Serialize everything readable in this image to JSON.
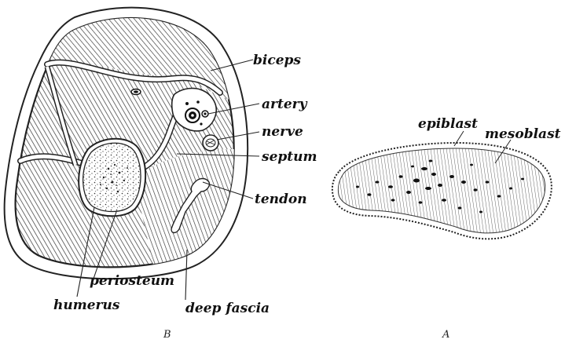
{
  "figure": {
    "panels": [
      {
        "id": "B",
        "caption": "B",
        "labels": {
          "biceps": "biceps",
          "artery": "artery",
          "nerve": "nerve",
          "septum": "septum",
          "tendon": "tendon",
          "periosteum": "periosteum",
          "humerus": "humerus",
          "deep_fascia": "deep fascia"
        }
      },
      {
        "id": "A",
        "caption": "A",
        "labels": {
          "epiblast": "epiblast",
          "mesoblast": "mesoblast"
        }
      }
    ]
  }
}
